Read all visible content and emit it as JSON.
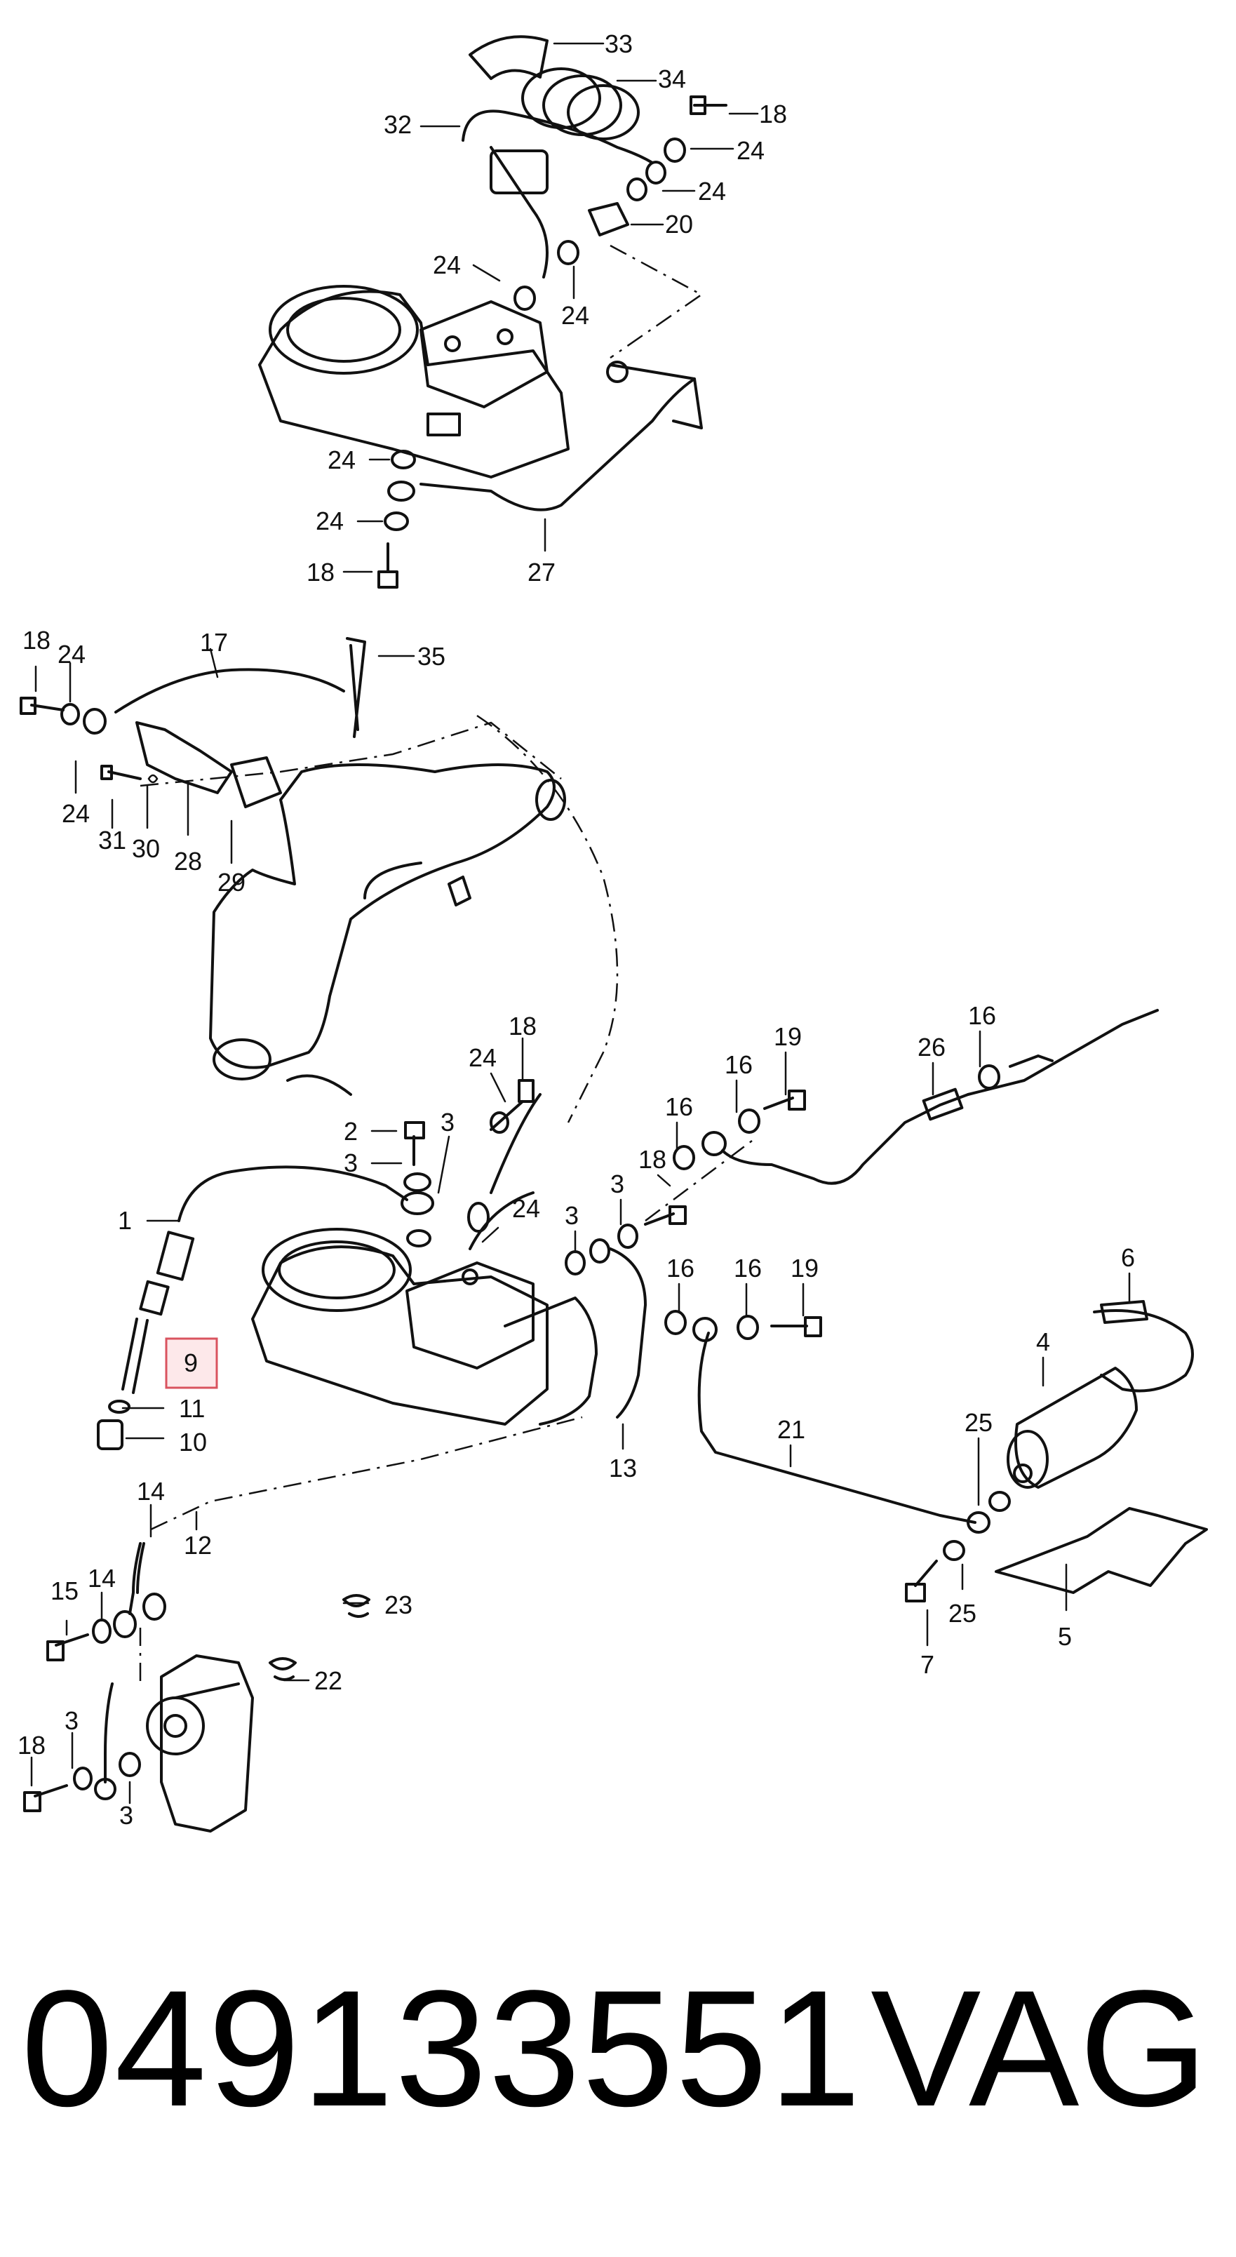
{
  "diagram": {
    "callouts": {
      "c33": "33",
      "c34": "34",
      "c18a": "18",
      "c32": "32",
      "c24a": "24",
      "c24b": "24",
      "c20": "20",
      "c24c": "24",
      "c24d": "24",
      "c24e": "24",
      "c24f": "24",
      "c18b": "18",
      "c27": "27",
      "c18c": "18",
      "c24g": "24",
      "c17": "17",
      "c35": "35",
      "c24h": "24",
      "c31": "31",
      "c30": "30",
      "c28": "28",
      "c29": "29",
      "c18d": "18",
      "c24i": "24",
      "c2": "2",
      "c3a": "3",
      "c3b": "3",
      "c1": "1",
      "c9": "9",
      "c11": "11",
      "c10": "10",
      "c24j": "24",
      "c3c": "3",
      "c3d": "3",
      "c18e": "18",
      "c16a": "16",
      "c16b": "16",
      "c19a": "19",
      "c26": "26",
      "c16c": "16",
      "c16d": "16",
      "c16e": "16",
      "c19b": "19",
      "c6": "6",
      "c4": "4",
      "c21": "21",
      "c25a": "25",
      "c25b": "25",
      "c5": "5",
      "c7": "7",
      "c13": "13",
      "c14a": "14",
      "c12": "12",
      "c15": "15",
      "c14b": "14",
      "c23": "23",
      "c22": "22",
      "c18f": "18",
      "c3e": "3",
      "c3f": "3"
    },
    "highlighted_callout": "9",
    "highlight_color": "#d9535f"
  },
  "footer": {
    "part_number": "049133551",
    "brand": "VAG"
  }
}
